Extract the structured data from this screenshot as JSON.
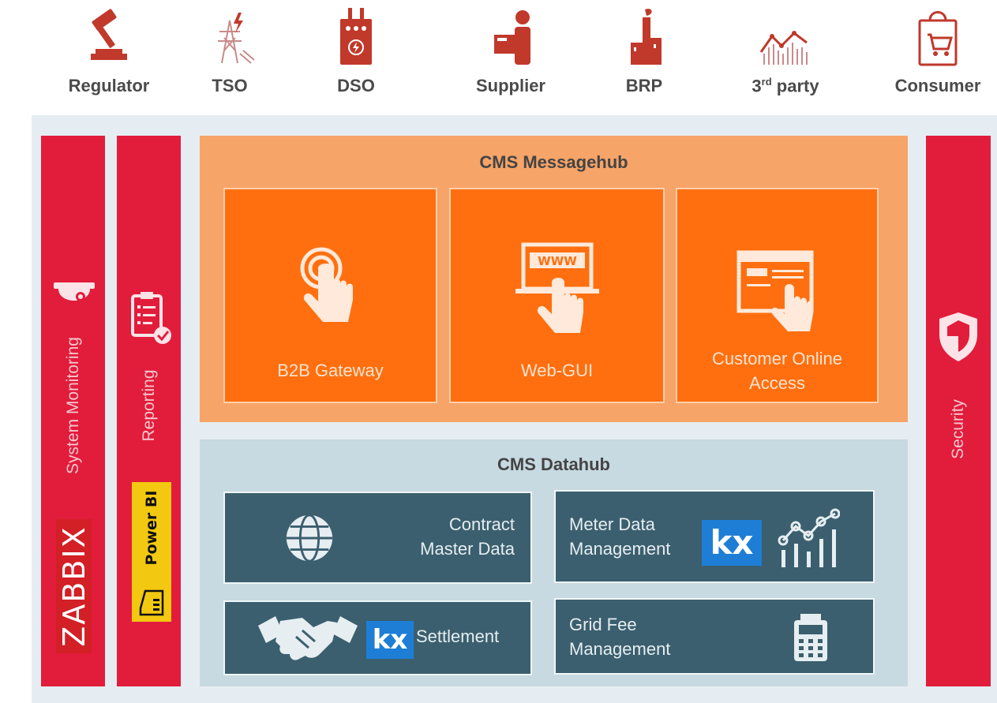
{
  "actors": [
    {
      "label": "Regulator",
      "icon": "gavel-icon"
    },
    {
      "label": "TSO",
      "icon": "transmission-tower-icon"
    },
    {
      "label": "DSO",
      "icon": "transformer-icon"
    },
    {
      "label": "Supplier",
      "icon": "delivery-person-icon"
    },
    {
      "label": "BRP",
      "icon": "factory-icon"
    },
    {
      "label_main": "3",
      "label_sup": "rd",
      "label_rest": " party",
      "icon": "line-graph-icon"
    },
    {
      "label": "Consumer",
      "icon": "shopping-bag-icon"
    }
  ],
  "pillars": {
    "system_monitoring": "System Monitoring",
    "reporting": "Reporting",
    "security": "Security"
  },
  "logos": {
    "zabbix": "ZABBIX",
    "powerbi": "Power BI",
    "kx": "kx"
  },
  "messagehub": {
    "title": "CMS Messagehub",
    "cards": [
      {
        "label": "B2B Gateway",
        "icon": "touch-finger-icon"
      },
      {
        "label": "Web-GUI",
        "icon": "www-laptop-icon"
      },
      {
        "label_line1": "Customer Online",
        "label_line2": "Access",
        "icon": "browser-click-icon"
      }
    ]
  },
  "datahub": {
    "title": "CMS Datahub",
    "cards": [
      {
        "line1": "Contract",
        "line2": "Master Data",
        "icon": "globe-network-icon"
      },
      {
        "line1": "Meter Data",
        "line2": "Management",
        "icon": "analytics-chart-icon"
      },
      {
        "label": "Settlement",
        "icon": "handshake-icon"
      },
      {
        "line1": "Grid Fee",
        "line2": "Management",
        "icon": "calculator-icon"
      }
    ]
  },
  "colors": {
    "accent_red": "#e21c3b",
    "hub_orange_light": "#f7a468",
    "hub_orange": "#ff6f0f",
    "teal": "#3b5f6f",
    "datahub_bg": "#c7d9e1",
    "powerbi_yellow": "#f2c811",
    "kx_blue": "#1e7ed6"
  }
}
